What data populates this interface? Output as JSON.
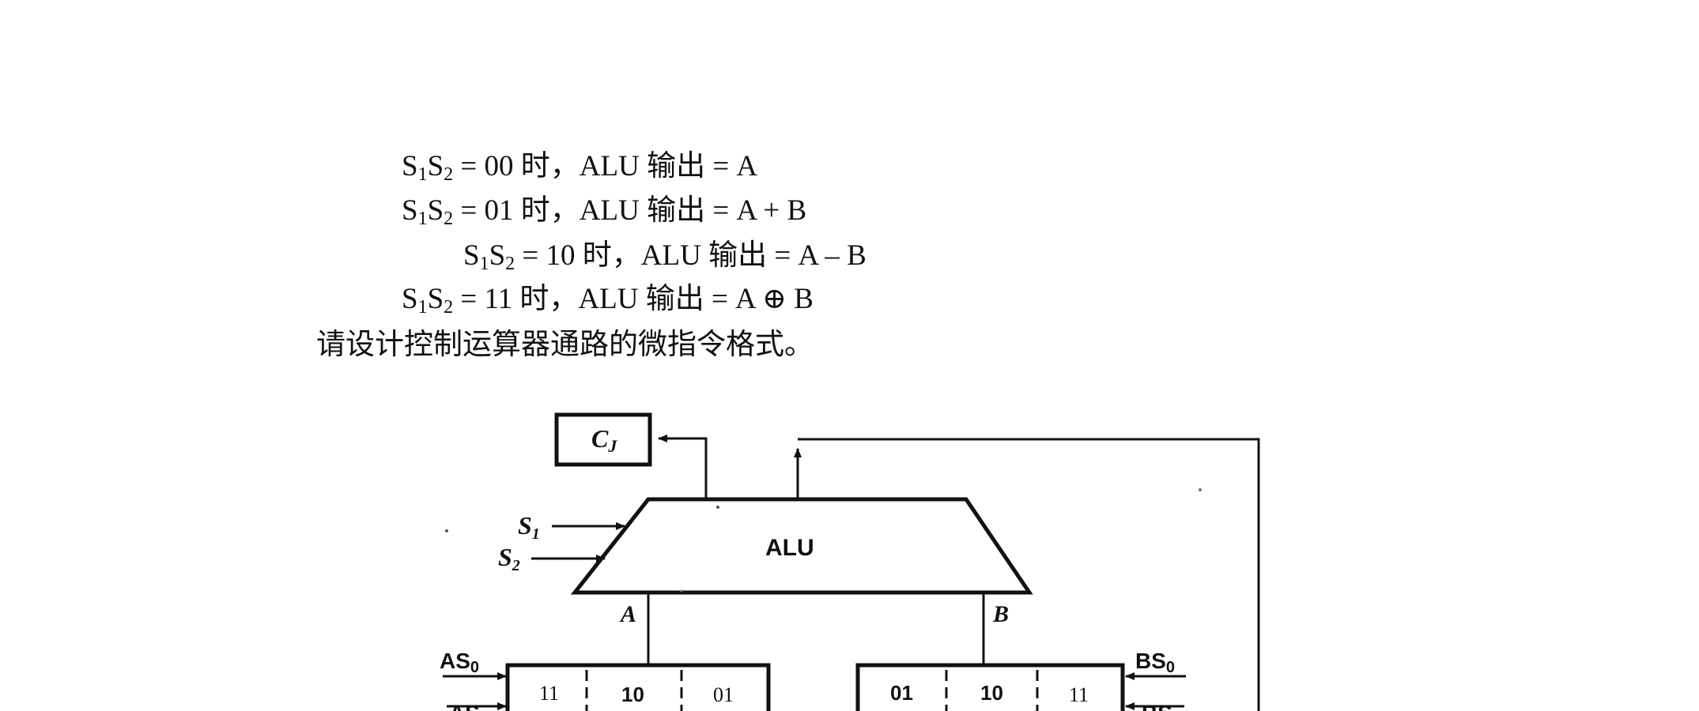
{
  "conditions": [
    {
      "s": "S",
      "sub1": "1",
      "s2": "S",
      "sub2": "2",
      "rest": " = 00 时，ALU 输出 = A"
    },
    {
      "s": "S",
      "sub1": "1",
      "s2": "S",
      "sub2": "2",
      "rest": " = 01 时，ALU 输出 = A + B"
    },
    {
      "s": "S",
      "sub1": "1",
      "s2": "S",
      "sub2": "2",
      "rest": " = 10 时，ALU 输出 = A – B"
    },
    {
      "s": "S",
      "sub1": "1",
      "s2": "S",
      "sub2": "2",
      "rest": " = 11 时，ALU 输出 = A ⊕ B"
    }
  ],
  "question": "请设计控制运算器通路的微指令格式。",
  "diagram": {
    "cj_label": "C",
    "cj_sub": "J",
    "alu_label": "ALU",
    "s1_label": "S",
    "s1_sub": "1",
    "s2_label": "S",
    "s2_sub": "2",
    "a_label": "A",
    "b_label": "B",
    "as0_label": "AS",
    "as0_sub": "0",
    "as1_label": "AS",
    "bs0_label": "BS",
    "bs0_sub": "0",
    "bs1_label": "BS",
    "left_mux_cells": [
      "11",
      "10",
      "01"
    ],
    "right_mux_cells": [
      "01",
      "10",
      "11"
    ]
  }
}
